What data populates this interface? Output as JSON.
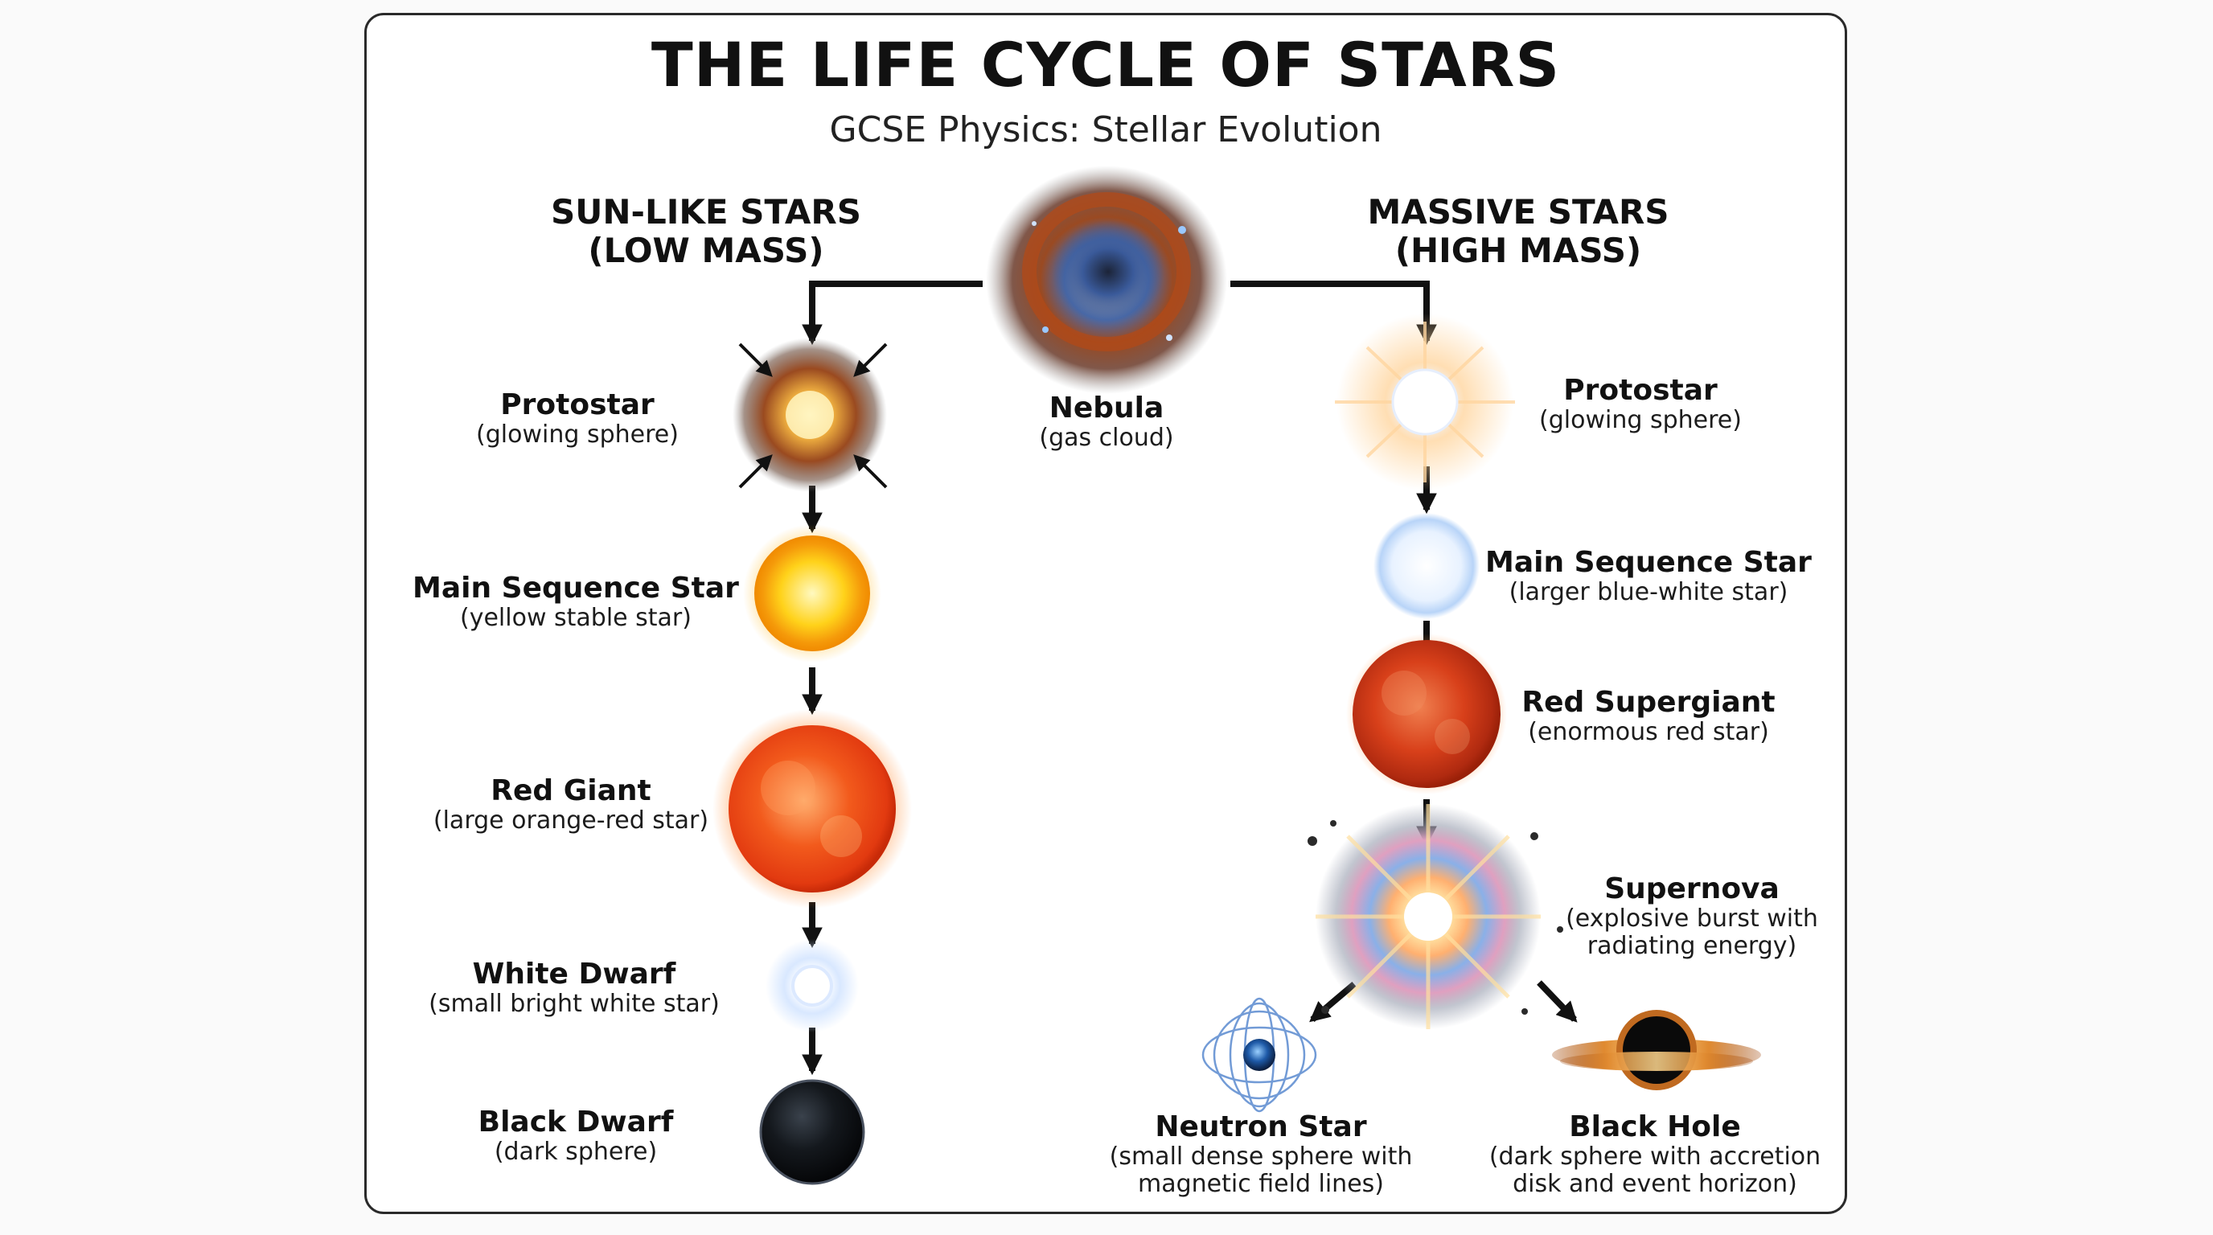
{
  "title": "THE LIFE CYCLE OF STARS",
  "subtitle": "GCSE Physics: Stellar Evolution",
  "branches": {
    "low": {
      "line1": "SUN-LIKE STARS",
      "line2": "(LOW MASS)"
    },
    "high": {
      "line1": "MASSIVE STARS",
      "line2": "(HIGH MASS)"
    }
  },
  "nebula": {
    "name": "Nebula",
    "desc": "(gas cloud)"
  },
  "low_mass_stages": [
    {
      "name": "Protostar",
      "desc": "(glowing sphere)"
    },
    {
      "name": "Main Sequence Star",
      "desc": "(yellow stable star)"
    },
    {
      "name": "Red Giant",
      "desc": "(large orange-red star)"
    },
    {
      "name": "White Dwarf",
      "desc": "(small bright white star)"
    },
    {
      "name": "Black Dwarf",
      "desc": "(dark sphere)"
    }
  ],
  "high_mass_stages": [
    {
      "name": "Protostar",
      "desc": "(glowing sphere)"
    },
    {
      "name": "Main Sequence Star",
      "desc": "(larger blue-white star)"
    },
    {
      "name": "Red Supergiant",
      "desc": "(enormous red star)"
    },
    {
      "name": "Supernova",
      "desc": "(explosive burst with",
      "desc2": "radiating energy)"
    }
  ],
  "endpoints": [
    {
      "name": "Neutron Star",
      "desc": "(small dense sphere with",
      "desc2": "magnetic field lines)"
    },
    {
      "name": "Black Hole",
      "desc": "(dark sphere with accretion",
      "desc2": "disk and event horizon)"
    }
  ],
  "colors": {
    "arrow": "#111111",
    "yellow_star": "#ffd21a",
    "red_giant": "#f25a1c",
    "blue_white": "#e8f2ff",
    "red_supergiant": "#d8401a",
    "black_dwarf": "#0b0d10"
  },
  "icons": {
    "nebula": "nebula-icon",
    "protostar": "protostar-icon",
    "supernova": "supernova-icon",
    "neutron_star": "neutron-star-icon",
    "black_hole": "black-hole-icon"
  }
}
